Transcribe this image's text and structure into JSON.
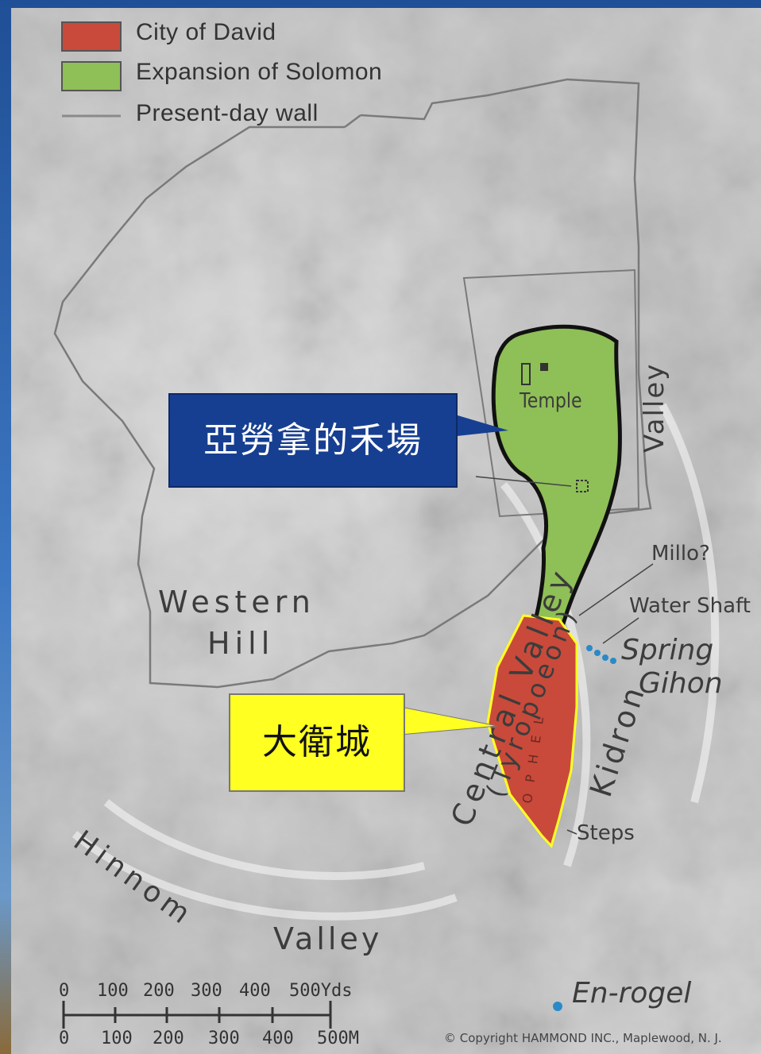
{
  "legend": {
    "items": [
      {
        "label": "City of David",
        "color": "#c94a3a"
      },
      {
        "label": "Expansion of Solomon",
        "color": "#8fbf57"
      },
      {
        "label": "Present-day wall",
        "color": "#8a8a8a"
      }
    ]
  },
  "callouts": {
    "threshing_floor": "亞勞拿的禾場",
    "city_of_david": "大衛城"
  },
  "places": {
    "temple": "Temple",
    "valley_right": "Valley",
    "millo": "Millo?",
    "water_shaft": "Water Shaft",
    "spring": "Spring",
    "gihon": "Gihon",
    "kidron": "Kidron",
    "central_valley": "Central Valley",
    "tyropoeon": "(Tyropoeon)",
    "ophel": "OPHEL",
    "steps": "Steps",
    "western": "Western",
    "hill": "Hill",
    "hinnom": "Hinnom",
    "valley_bottom": "Valley",
    "en_rogel": "En-rogel"
  },
  "scale": {
    "yards_ticks": [
      "0",
      "100",
      "200",
      "300",
      "400",
      "500Yds"
    ],
    "meters_ticks": [
      "0",
      "100",
      "200",
      "300",
      "400",
      "500M"
    ]
  },
  "copyright": "© Copyright HAMMOND INC., Maplewood, N. J.",
  "colors": {
    "city_of_david": "#c94a3a",
    "solomon": "#8fbf57",
    "callout_blue": "#173f91",
    "callout_yellow": "#ffff22",
    "spring_blue": "#2a8ac8"
  }
}
